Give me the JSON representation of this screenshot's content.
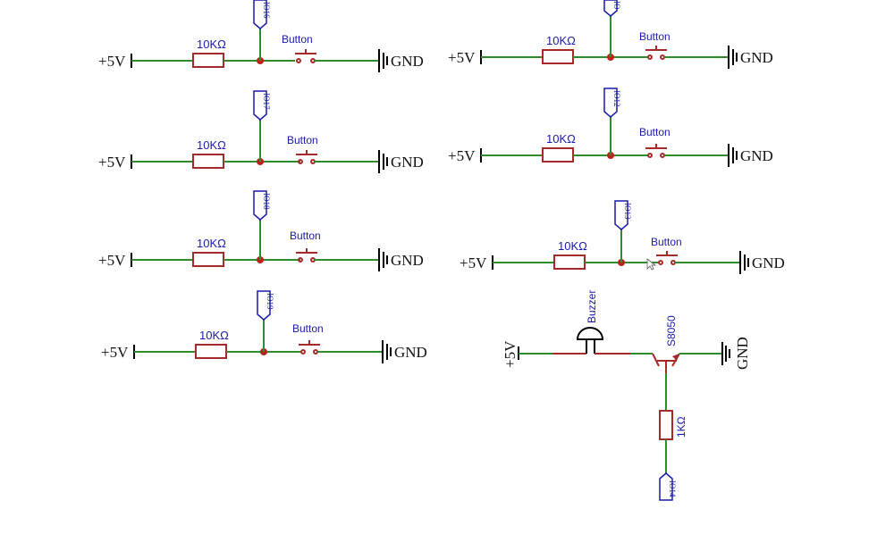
{
  "labels": {
    "supply": "+5V",
    "ground": "GND",
    "resistor_10k": "10KΩ",
    "resistor_1k": "1KΩ",
    "button": "Button",
    "buzzer": "Buzzer",
    "transistor": "S8050"
  },
  "button_circuits": [
    {
      "net": "IO16"
    },
    {
      "net": "IO17"
    },
    {
      "net": "IO18"
    },
    {
      "net": "IO19"
    },
    {
      "net": "IO"
    },
    {
      "net": "IO12"
    },
    {
      "net": "IO13"
    }
  ],
  "buzzer_circuit": {
    "base_net": "IO14"
  },
  "colors": {
    "wire": "#2e8b2e",
    "component": "#a52a2a",
    "net_label": "#1a1aa8",
    "junction": "#c0201a"
  }
}
